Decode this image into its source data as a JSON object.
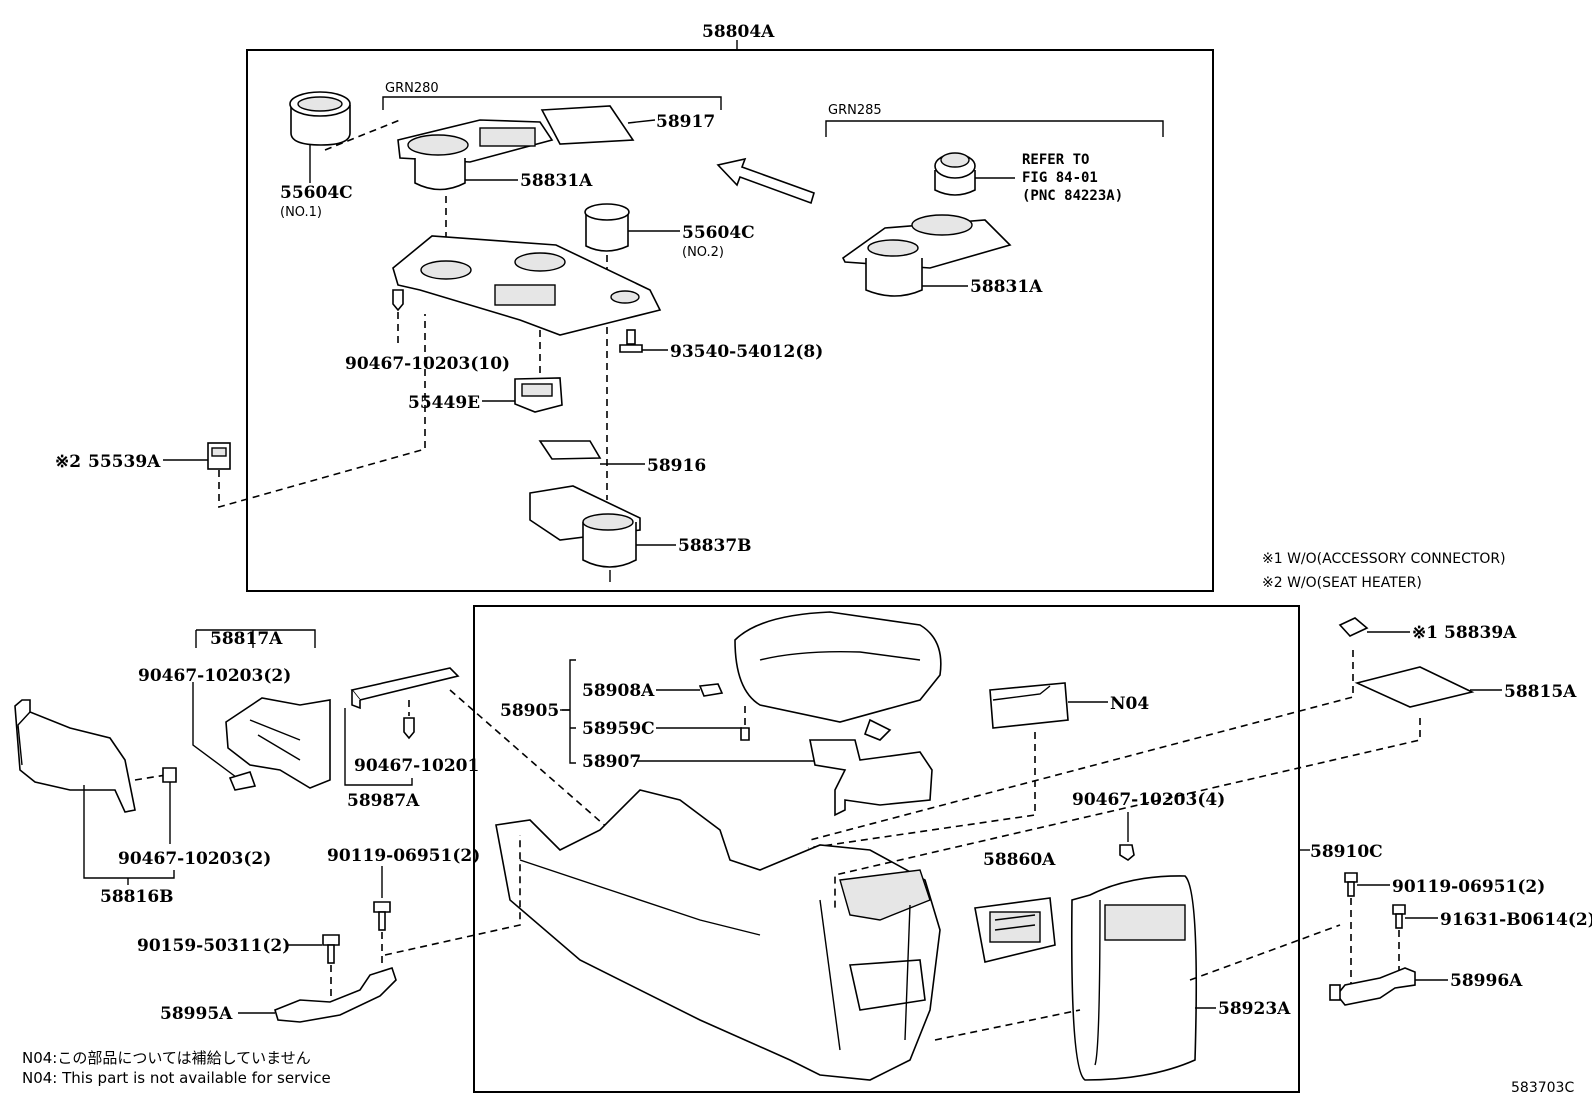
{
  "group_labels": {
    "grn280": "GRN280",
    "grn285": "GRN285"
  },
  "refer": {
    "line1": "REFER TO",
    "line2": "FIG 84-01",
    "line3": "(PNC 84223A)"
  },
  "conditions": {
    "c1": "※1 W/O(ACCESSORY CONNECTOR)",
    "c2": "※2 W/O(SEAT HEATER)"
  },
  "parts": {
    "p58804A": "58804A",
    "p58917": "58917",
    "p55604C_1": "55604C",
    "p55604C_1_sub": "(NO.1)",
    "p58831A_1": "58831A",
    "p55604C_2": "55604C",
    "p55604C_2_sub": "(NO.2)",
    "p58831A_2": "58831A",
    "p90467_10203_10": "90467-10203(10)",
    "p93540": "93540-54012(8)",
    "p55449E": "55449E",
    "p55539A_mark": "※2",
    "p55539A": "55539A",
    "p58916": "58916",
    "p58837B": "58837B",
    "p58817A": "58817A",
    "p90467_10203_2a": "90467-10203(2)",
    "p58905": "58905",
    "p58908A": "58908A",
    "p58959C": "58959C",
    "p58907": "58907",
    "pN04": "N04",
    "p58839A_mark": "※1",
    "p58839A": "58839A",
    "p58815A": "58815A",
    "p90467_10201": "90467-10201",
    "p58987A": "58987A",
    "p90467_10203_2b": "90467-10203(2)",
    "p58816B": "58816B",
    "p90467_10203_4": "90467-10203(4)",
    "p58910C": "58910C",
    "p90119_a": "90119-06951(2)",
    "p58860A": "58860A",
    "p90119_b": "90119-06951(2)",
    "p91631": "91631-B0614(2)",
    "p90159": "90159-50311(2)",
    "p58996A": "58996A",
    "p58923A": "58923A",
    "p58995A": "58995A"
  },
  "footnotes": {
    "n04_jp": "N04:この部品については補給していません",
    "n04_en": "N04: This part is not available for service"
  },
  "diagram_id": "583703C"
}
